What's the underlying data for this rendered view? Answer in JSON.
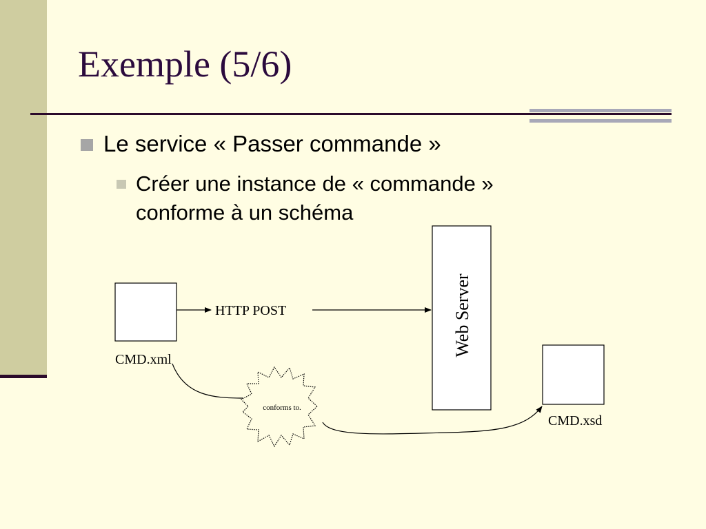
{
  "slide": {
    "title": "Exemple (5/6)",
    "bullet1": "Le service « Passer commande »",
    "bullet2_line1": "Créer une instance de « commande »",
    "bullet2_line2": "conforme à un schéma"
  },
  "diagram": {
    "xml_label": "CMD.xml",
    "xsd_label": "CMD.xsd",
    "post_label": "HTTP POST",
    "server_label": "Web Server",
    "conforms_label": "conforms to."
  },
  "colors": {
    "background": "#FFFDE3",
    "sidebar": "#CFCDA0",
    "title": "#2B0A3D",
    "rule": "#2B0A2B",
    "accent_rule": "#A8A8B8"
  }
}
